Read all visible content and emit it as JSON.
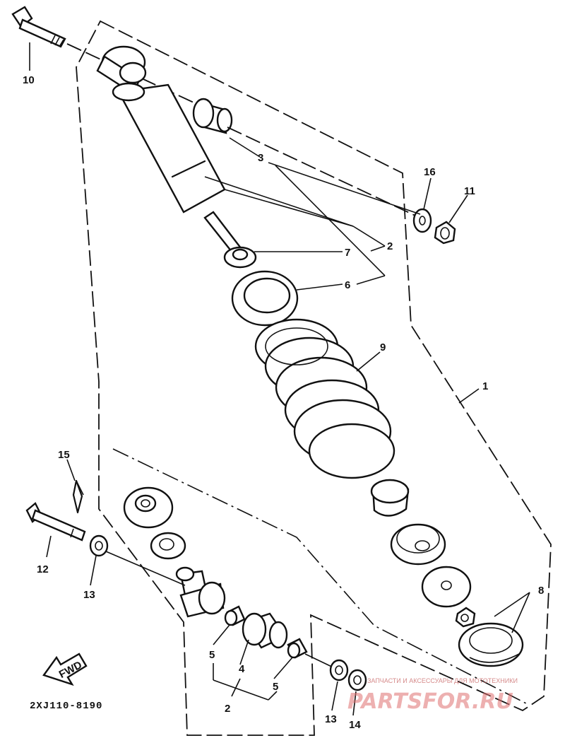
{
  "callouts": {
    "c1": "1",
    "c2a": "2",
    "c2b": "2",
    "c3": "3",
    "c4": "4",
    "c5a": "5",
    "c5b": "5",
    "c6": "6",
    "c7": "7",
    "c8": "8",
    "c9": "9",
    "c10": "10",
    "c11": "11",
    "c12": "12",
    "c13a": "13",
    "c13b": "13",
    "c14": "14",
    "c15": "15",
    "c16": "16"
  },
  "fwd_label": "FWD",
  "drawing_code": "2XJ110-8190",
  "watermark": {
    "tagline": "ЗАПЧАСТИ И АКСЕССУАРЫ ДЛЯ МОТОТЕХНИКИ",
    "brand": "PARTSFOR.RU"
  }
}
